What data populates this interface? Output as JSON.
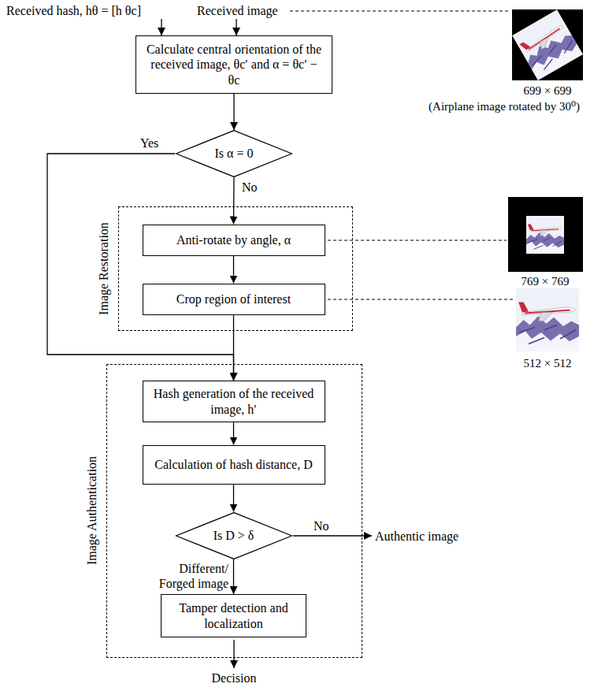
{
  "diagram": {
    "nodes": [
      {
        "text": [
          "Calculate central orientation of the received image, θc′ and α = θc′ − θc"
        ]
      },
      {
        "text": [
          "Is α = 0"
        ]
      },
      {
        "text": [
          "Image Restoration"
        ]
      },
      {
        "text": [
          "Anti-rotate by angle, α"
        ],
        "in": 2
      },
      {
        "text": [
          "Crop region of interest"
        ],
        "in": 2
      },
      {
        "text": [
          "Image Authentication"
        ]
      },
      {
        "text": [
          "Hash generation of the received image, h′"
        ],
        "in": 5
      },
      {
        "text": [
          "Calculation of hash distance, D"
        ],
        "in": 5
      },
      {
        "text": [
          "Is D > δ"
        ],
        "in": 5
      },
      {
        "text": [
          "Tamper detection and localization"
        ],
        "in": 5
      }
    ],
    "edges": [
      {
        "from": 0,
        "to": 1,
        "arrow": "to"
      },
      {
        "from": 1,
        "to": 3,
        "arrow": "to",
        "label": "No"
      },
      {
        "from": 1,
        "to": 6,
        "arrow": "to",
        "label": "Yes"
      },
      {
        "from": 3,
        "to": 4,
        "arrow": "to"
      },
      {
        "from": 4,
        "to": 6,
        "arrow": "to"
      },
      {
        "from": 6,
        "to": 7,
        "arrow": "to"
      },
      {
        "from": 7,
        "to": 8,
        "arrow": "to"
      },
      {
        "from": 8,
        "to": 9,
        "arrow": "to",
        "label": "Different/ Forged image"
      }
    ],
    "labels": [
      "Received hash, hθ = [h  θc]",
      "Received image",
      "699 × 699",
      "(Airplane image rotated by 30⁰)",
      "769 × 769",
      "512 × 512",
      "No",
      "Authentic image",
      "Decision"
    ]
  }
}
